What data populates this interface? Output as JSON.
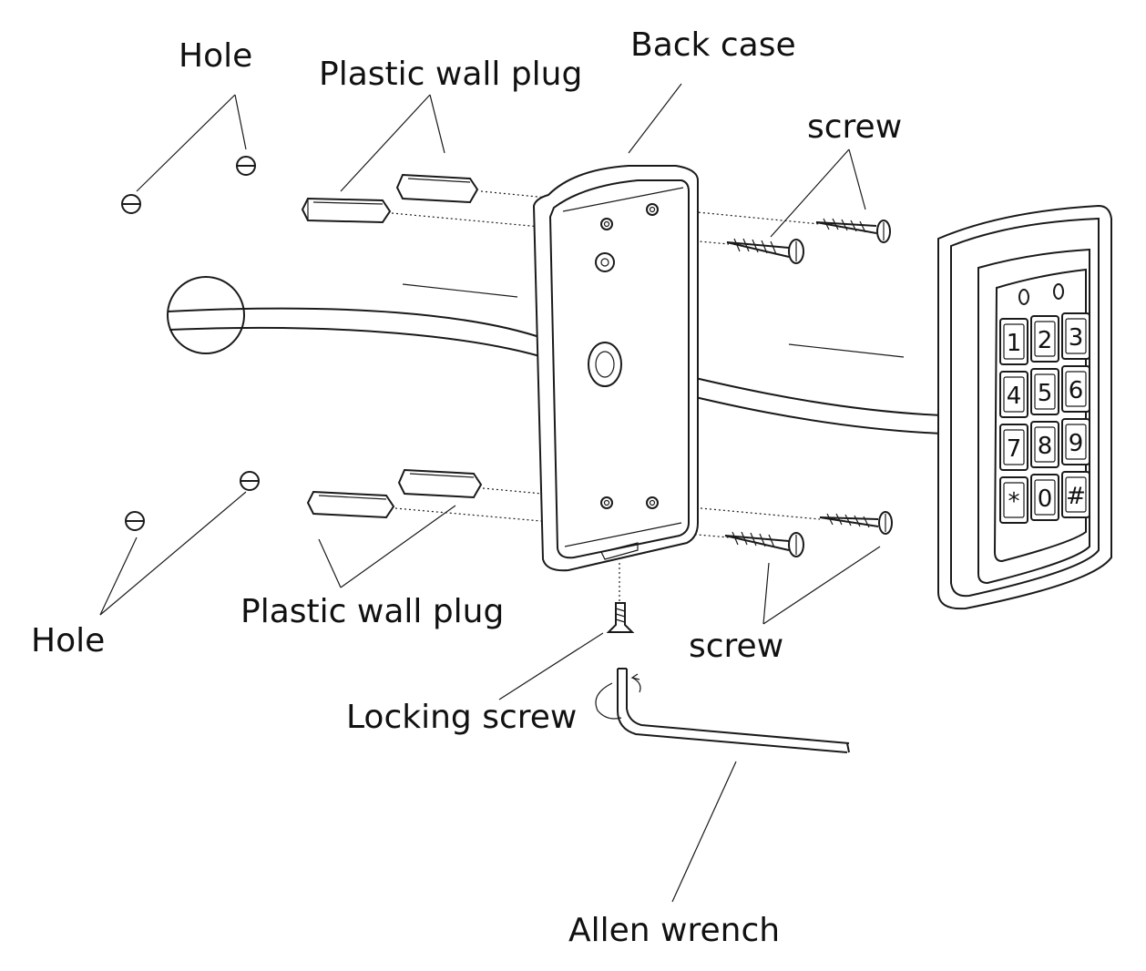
{
  "labels": {
    "hole_top": "Hole",
    "plug_top": "Plastic wall plug",
    "back_case": "Back  case",
    "screw_top": "screw",
    "hole_bottom": "Hole",
    "plug_bottom": "Plastic wall plug",
    "screw_bottom": "screw",
    "locking_screw": "Locking  screw",
    "allen_wrench": "Allen  wrench"
  },
  "keypad": {
    "keys": [
      "1",
      "2",
      "3",
      "4",
      "5",
      "6",
      "7",
      "8",
      "9",
      "*",
      "0",
      "#"
    ]
  },
  "colors": {
    "line": "#1a1a1a",
    "background": "#ffffff"
  }
}
